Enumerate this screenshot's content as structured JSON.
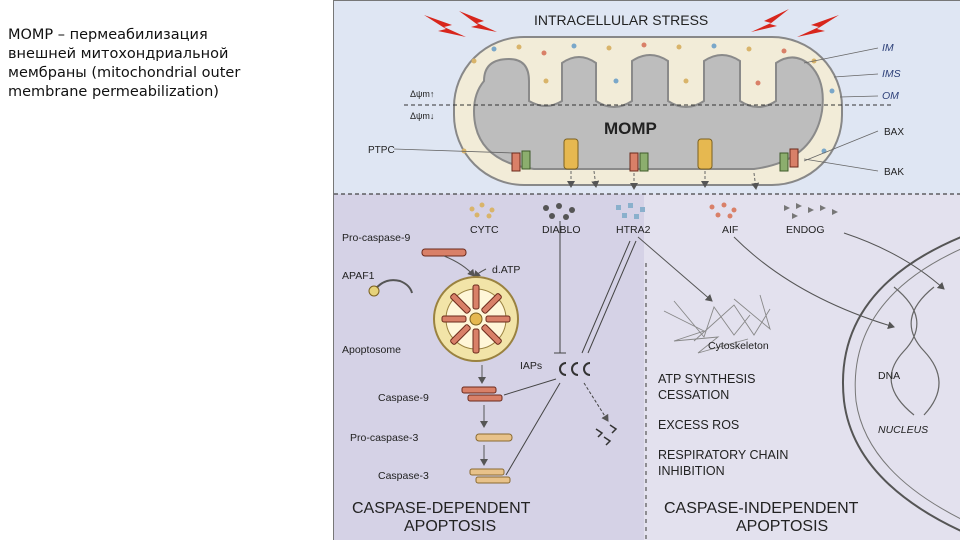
{
  "caption": {
    "line1": "MOMP – пермеабилизация",
    "line2": "внешней митохондриальной",
    "line3": "мембраны (mitochondrial outer",
    "line4": "membrane permeabilization)"
  },
  "figure": {
    "stress_title": "INTRACELLULAR STRESS",
    "membranes": {
      "im": "IM",
      "ims": "IMS",
      "om": "OM"
    },
    "momp": "MOMP",
    "delta_psi_top": "Δψm↑",
    "delta_psi_bottom": "Δψm↓",
    "ptpc": "PTPC",
    "bax": "BAX",
    "bak": "BAK",
    "released": {
      "cytc": "CYTC",
      "diablo": "DIABLO",
      "htra2": "HTRA2",
      "aif": "AIF",
      "endog": "ENDOG"
    },
    "dependent": {
      "pro_caspase_9": "Pro-caspase-9",
      "apaf1": "APAF1",
      "datp": "d.ATP",
      "apoptosome": "Apoptosome",
      "iaps": "IAPs",
      "caspase_9": "Caspase-9",
      "pro_caspase_3": "Pro-caspase-3",
      "caspase_3": "Caspase-3",
      "title_line1": "CASPASE-DEPENDENT",
      "title_line2": "APOPTOSIS"
    },
    "independent": {
      "cytoskeleton": "Cytoskeleton",
      "atp_line1": "ATP SYNTHESIS",
      "atp_line2": "CESSATION",
      "ros": "EXCESS ROS",
      "resp_line1": "RESPIRATORY CHAIN",
      "resp_line2": "INHIBITION",
      "dna": "DNA",
      "nucleus": "NUCLEUS",
      "title_line1": "CASPASE-INDEPENDENT",
      "title_line2": "APOPTOSIS"
    },
    "colors": {
      "top_bg": "#dfe6f3",
      "bottom_bg": "#d5d2e6",
      "mito_gray": "#bdbdbd",
      "lightning": "#d8261c",
      "caspase": "#d98068",
      "pro_caspase": "#e8c28a",
      "label_blue": "#2c3f78"
    }
  }
}
